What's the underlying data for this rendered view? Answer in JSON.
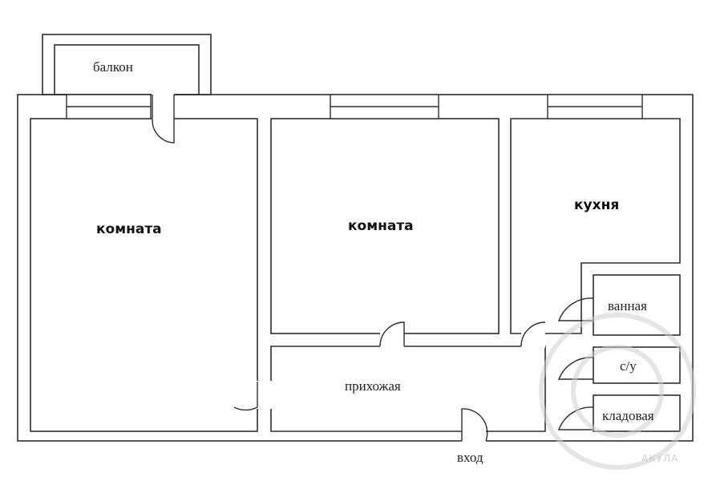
{
  "rooms": {
    "balcony": "балкон",
    "room_left": "комната",
    "room_middle": "комната",
    "kitchen": "кухня",
    "bathroom": "ванная",
    "toilet": "с/у",
    "storage": "кладовая",
    "hallway": "прихожая",
    "entrance": "вход"
  },
  "watermark": {
    "text": "АКУЛА"
  }
}
